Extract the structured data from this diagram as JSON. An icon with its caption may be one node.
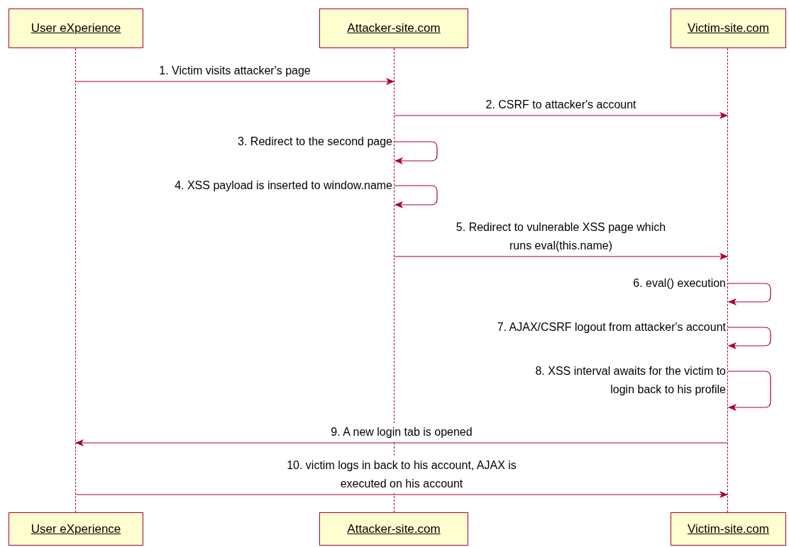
{
  "diagram": {
    "nodes": [
      {
        "text": [
          "User eXperience"
        ]
      },
      {
        "text": [
          "Attacker-site.com"
        ]
      },
      {
        "text": [
          "Victim-site.com"
        ]
      },
      {
        "text": [],
        "shape": "line"
      },
      {
        "text": [],
        "shape": "line"
      },
      {
        "text": [],
        "shape": "line"
      },
      {
        "text": [
          "User eXperience"
        ]
      },
      {
        "text": [
          "Attacker-site.com"
        ]
      },
      {
        "text": [
          "Victim-site.com"
        ]
      }
    ],
    "edges": [
      {
        "from": 3,
        "to": 4,
        "arrow": "to",
        "label": "1. Victim visits attacker's page"
      },
      {
        "from": 4,
        "to": 5,
        "arrow": "to",
        "label": "2. CSRF to attacker's account"
      },
      {
        "from": 4,
        "to": 4,
        "arrow": "to",
        "label": "3. Redirect to the second page"
      },
      {
        "from": 4,
        "to": 4,
        "arrow": "to",
        "label": "4. XSS payload is inserted to window.name"
      },
      {
        "from": 4,
        "to": 5,
        "arrow": "to",
        "label": "5. Redirect to vulnerable XSS page which runs eval(this.name)"
      },
      {
        "from": 5,
        "to": 5,
        "arrow": "to",
        "label": "6. eval() execution"
      },
      {
        "from": 5,
        "to": 5,
        "arrow": "to",
        "label": "7. AJAX/CSRF logout from attacker's account"
      },
      {
        "from": 5,
        "to": 5,
        "arrow": "to",
        "label": "8. XSS interval awaits for the victim to login back to his profile"
      },
      {
        "from": 5,
        "to": 3,
        "arrow": "to",
        "label": "9. A new login tab is opened"
      },
      {
        "from": 3,
        "to": 5,
        "arrow": "to",
        "label": "10. victim logs in back to his account, AJAX is executed on his account"
      }
    ]
  }
}
